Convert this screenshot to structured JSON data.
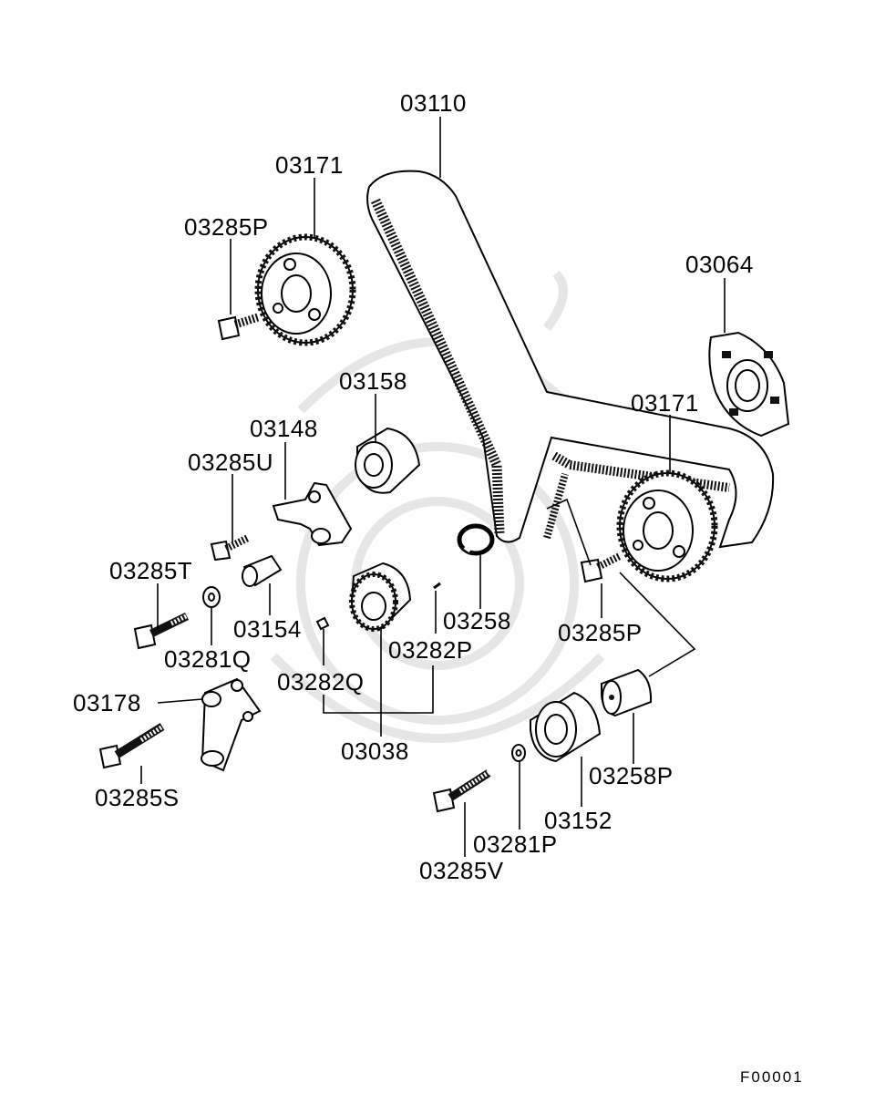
{
  "labels": {
    "belt": "03110",
    "cam_sprocket_upper": "03171",
    "bolt_upper_sprocket": "03285P",
    "cover_plate": "03064",
    "idler_upper": "03158",
    "bracket": "03148",
    "cam_sprocket_right": "03171",
    "bolt_bracket": "03285U",
    "bolt_t": "03285T",
    "bushing": "03154",
    "snap_ring": "03258",
    "bolt_right_sprocket": "03285P",
    "washer_q": "03281Q",
    "key_q": "03282Q",
    "key_p": "03282P",
    "tensioner_arm": "03178",
    "crank_sprocket_group": "03038",
    "spacer": "03258P",
    "bolt_s": "03285S",
    "tensioner_pulley": "03152",
    "washer_p": "03281P",
    "bolt_v": "03285V"
  },
  "figure_code": "F00001",
  "colors": {
    "line": "#000000",
    "background": "#ffffff",
    "watermark": "#e6e6e6"
  }
}
